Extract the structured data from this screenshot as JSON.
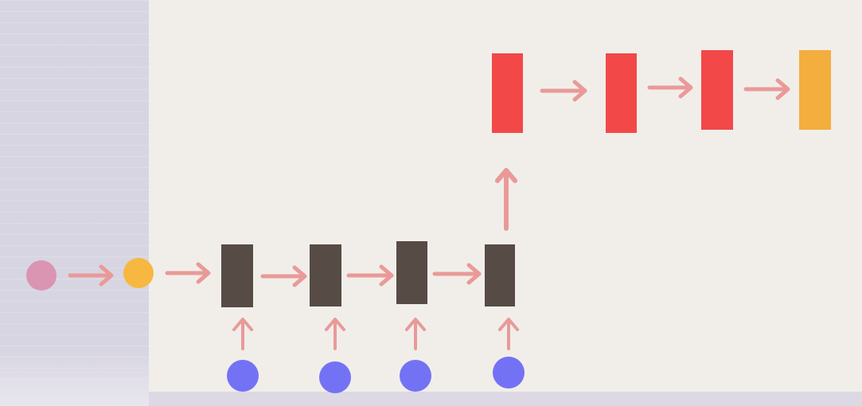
{
  "colors": {
    "panel_background": "#d8d5e2",
    "canvas_background": "#f1eeea",
    "arrow": "#e99a98",
    "initial_node": "#d98aa8",
    "start_node": "#f6b840",
    "encoder_cell": "#564b45",
    "decoder_cell": "#f24848",
    "output_cell": "#f3ae3e",
    "input_node": "#7472f4"
  },
  "diagram": {
    "encoder_steps": 4,
    "decoder_steps": 3,
    "output_steps": 1
  }
}
